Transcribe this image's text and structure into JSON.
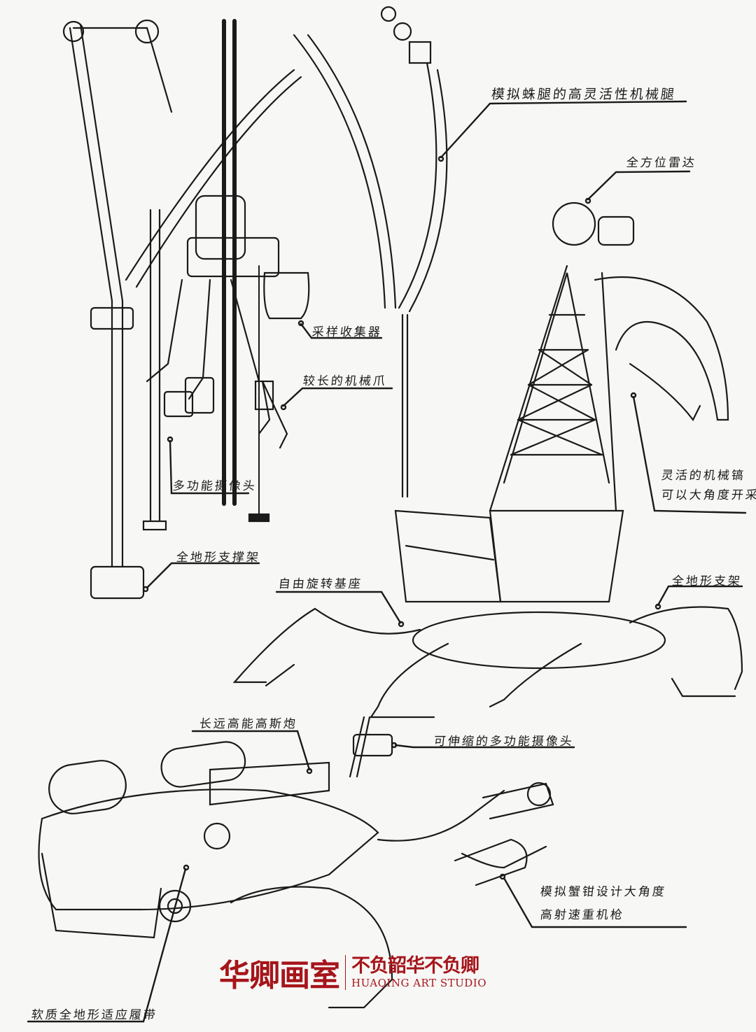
{
  "annotations": {
    "spider_leg": "模拟蛛腿的高灵活性机械腿",
    "radar": "全方位雷达",
    "sample_collector": "采样收集器",
    "long_claw": "较长的机械爪",
    "multi_camera": "多功能摄像头",
    "pickaxe_line1": "灵活的机械镐",
    "pickaxe_line2": "可以大角度开采",
    "support_frame": "全地形支撑架",
    "rotating_base": "自由旋转基座",
    "terrain_legs": "全地形支架",
    "gauss_cannon": "长远高能高斯炮",
    "telescopic_camera": "可伸缩的多功能摄像头",
    "machine_gun_line1": "模拟蟹钳设计大角度",
    "machine_gun_line2": "高射速重机枪",
    "soft_tracks": "软质全地形适应履带"
  },
  "logo": {
    "name": "华卿画室",
    "slogan": "不负韶华不负卿",
    "english": "HUAQING ART STUDIO"
  },
  "colors": {
    "ink": "#1a1a1a",
    "brand": "#a5151a",
    "paper": "#f7f7f5"
  }
}
